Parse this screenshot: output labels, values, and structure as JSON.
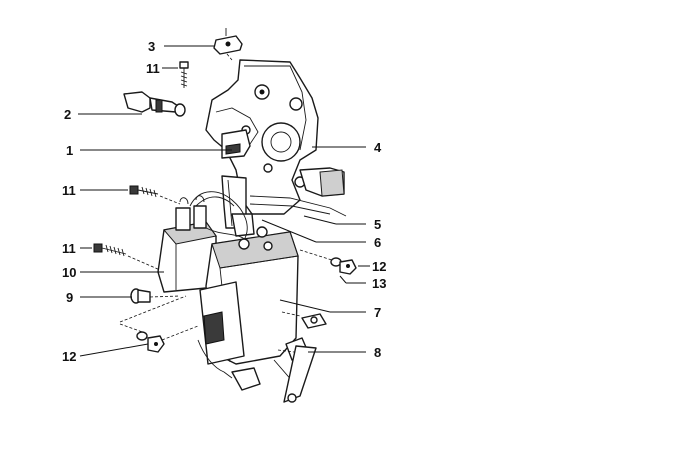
{
  "figure": {
    "callouts": [
      {
        "id": "c3",
        "label": "3"
      },
      {
        "id": "c11a",
        "label": "11"
      },
      {
        "id": "c2",
        "label": "2"
      },
      {
        "id": "c1",
        "label": "1"
      },
      {
        "id": "c4",
        "label": "4"
      },
      {
        "id": "c11b",
        "label": "11"
      },
      {
        "id": "c5",
        "label": "5"
      },
      {
        "id": "c6",
        "label": "6"
      },
      {
        "id": "c11c",
        "label": "11"
      },
      {
        "id": "c12a",
        "label": "12"
      },
      {
        "id": "c10",
        "label": "10"
      },
      {
        "id": "c13",
        "label": "13"
      },
      {
        "id": "c9",
        "label": "9"
      },
      {
        "id": "c7",
        "label": "7"
      },
      {
        "id": "c8",
        "label": "8"
      },
      {
        "id": "c12b",
        "label": "12"
      }
    ]
  }
}
